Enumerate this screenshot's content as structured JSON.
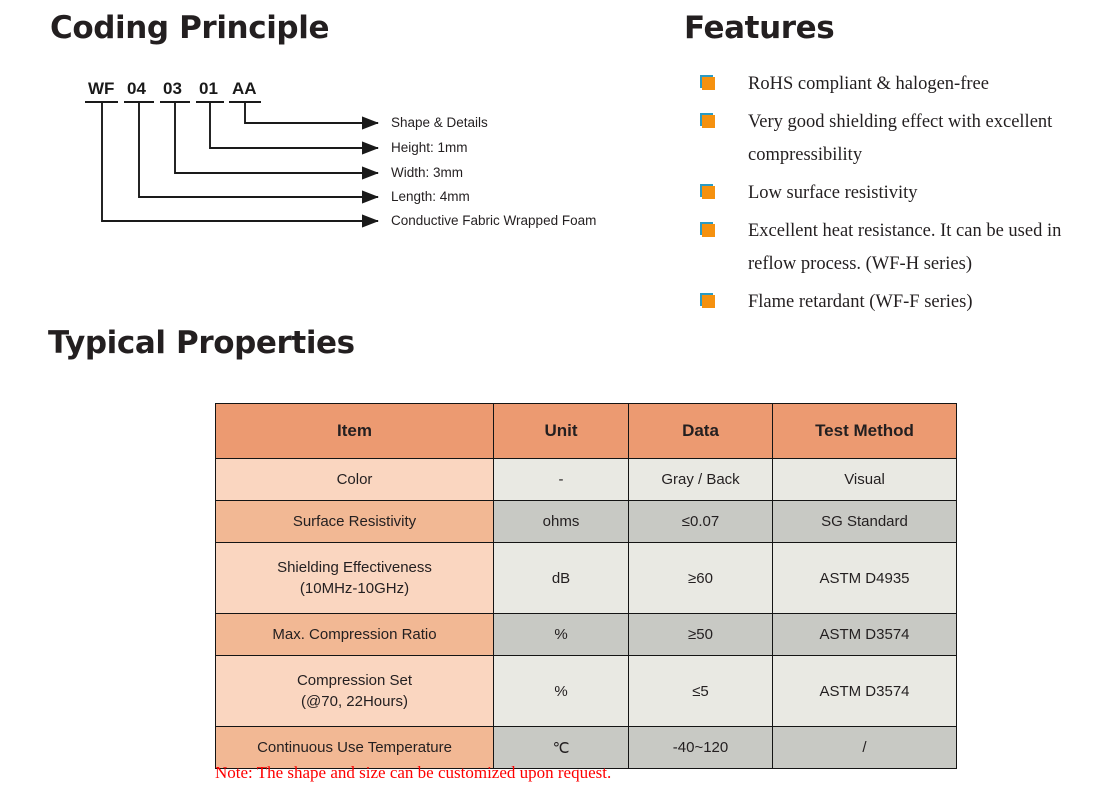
{
  "sections": {
    "coding_principle_title": "Coding Principle",
    "features_title": "Features",
    "typical_properties_title": "Typical Properties"
  },
  "coding": {
    "code_segments": [
      "WF",
      "04",
      "03",
      "01",
      "AA"
    ],
    "labels": [
      "Shape & Details",
      "Height: 1mm",
      "Width: 3mm",
      "Length: 4mm",
      "Conductive Fabric Wrapped Foam"
    ]
  },
  "features": {
    "bullet_color": "#f5910f",
    "bullet_shadow_color": "#2b9bc4",
    "items": [
      "RoHS compliant & halogen-free",
      "Very good shielding effect with excellent compressibility",
      "Low surface resistivity",
      "Excellent heat resistance. It can be used in reflow process. (WF-H series)",
      "Flame retardant (WF-F series)"
    ]
  },
  "table": {
    "header_color": "#ec9a71",
    "row_item_light": "#fad6c0",
    "row_item_dark": "#f2b894",
    "row_value_light": "#e9e9e3",
    "row_value_dark": "#c8c9c4",
    "columns": [
      "Item",
      "Unit",
      "Data",
      "Test Method"
    ],
    "rows": [
      {
        "item_line1": "Color",
        "item_line2": "",
        "unit": "-",
        "data": "Gray / Back",
        "method": "Visual"
      },
      {
        "item_line1": "Surface Resistivity",
        "item_line2": "",
        "unit": "ohms",
        "data": "≤0.07",
        "method": "SG Standard"
      },
      {
        "item_line1": "Shielding Effectiveness",
        "item_line2": "(10MHz-10GHz)",
        "unit": "dB",
        "data": "≥60",
        "method": "ASTM D4935"
      },
      {
        "item_line1": "Max. Compression Ratio",
        "item_line2": "",
        "unit": "%",
        "data": "≥50",
        "method": "ASTM D3574"
      },
      {
        "item_line1": "Compression Set",
        "item_line2": "(@70, 22Hours)",
        "unit": "%",
        "data": "≤5",
        "method": "ASTM D3574"
      },
      {
        "item_line1": "Continuous Use Temperature",
        "item_line2": "",
        "unit": "℃",
        "data": "-40~120",
        "method": "/"
      }
    ],
    "note": "Note: The shape and size can be customized upon request.",
    "note_color": "#fe0000"
  }
}
